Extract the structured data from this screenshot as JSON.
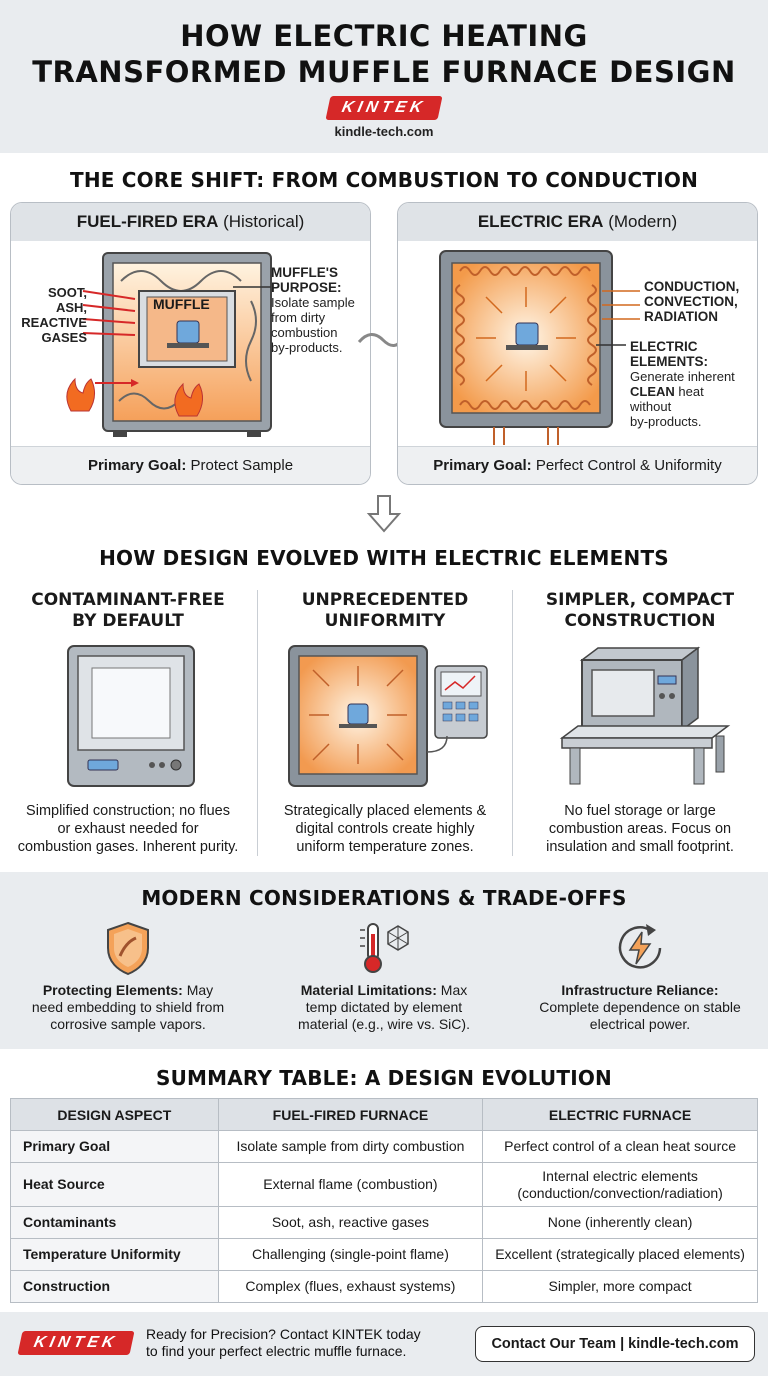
{
  "header": {
    "title_line1": "HOW ELECTRIC HEATING",
    "title_line2": "TRANSFORMED MUFFLE FURNACE DESIGN",
    "logo_text": "KINTEK",
    "site": "kindle-tech.com"
  },
  "core_shift": {
    "title": "THE CORE SHIFT: FROM COMBUSTION TO CONDUCTION",
    "fuel": {
      "head_bold": "FUEL-FIRED ERA",
      "head_rest": " (Historical)",
      "inputs_label": [
        "SOOT,",
        "ASH,",
        "REACTIVE",
        "GASES"
      ],
      "muffle_label": "MUFFLE",
      "purpose_title": "MUFFLE'S PURPOSE:",
      "purpose_text": [
        "Isolate sample",
        "from dirty",
        "combustion",
        "by-products."
      ],
      "goal_bold": "Primary Goal:",
      "goal_rest": " Protect Sample"
    },
    "electric": {
      "head_bold": "ELECTRIC ERA",
      "head_rest": " (Modern)",
      "modes": [
        "CONDUCTION,",
        "CONVECTION,",
        "RADIATION"
      ],
      "elements_title": [
        "ELECTRIC",
        "ELEMENTS:"
      ],
      "elements_text1": "Generate inherent",
      "elements_clean": "CLEAN",
      "elements_text2": " heat",
      "elements_text3": [
        "without",
        "by-products."
      ],
      "goal_bold": "Primary Goal:",
      "goal_rest": " Perfect Control & Uniformity"
    }
  },
  "evolution": {
    "title": "HOW DESIGN EVOLVED WITH ELECTRIC ELEMENTS",
    "columns": [
      {
        "title1": "CONTAMINANT-FREE",
        "title2": "BY DEFAULT",
        "text1": "Simplified construction; no flues",
        "text2": "or exhaust needed for",
        "text3": "combustion gases. Inherent purity."
      },
      {
        "title1": "UNPRECEDENTED",
        "title2": "UNIFORMITY",
        "text1": "Strategically placed elements &",
        "text2": "digital controls create highly",
        "text3": "uniform temperature zones."
      },
      {
        "title1": "SIMPLER, COMPACT",
        "title2": "CONSTRUCTION",
        "text1": "No fuel storage or large",
        "text2": "combustion areas. Focus on",
        "text3": "insulation and small footprint."
      }
    ]
  },
  "considerations": {
    "title": "MODERN CONSIDERATIONS & TRADE-OFFS",
    "items": [
      {
        "bold": "Protecting Elements:",
        "rest": " May",
        "line2": "need embedding to shield from",
        "line3": "corrosive sample vapors."
      },
      {
        "bold": "Material Limitations:",
        "rest": " Max",
        "line2": "temp dictated by element",
        "line3": "material (e.g., wire vs. SiC)."
      },
      {
        "bold": "Infrastructure Reliance:",
        "rest": "",
        "line2": "Complete dependence on stable",
        "line3": "electrical power."
      }
    ]
  },
  "summary": {
    "title": "SUMMARY TABLE: A DESIGN EVOLUTION",
    "headers": [
      "DESIGN ASPECT",
      "FUEL-FIRED FURNACE",
      "ELECTRIC FURNACE"
    ],
    "rows": [
      [
        "Primary Goal",
        "Isolate sample from dirty combustion",
        "Perfect control of a clean heat source",
        ""
      ],
      [
        "Heat Source",
        "External flame (combustion)",
        "Internal electric elements",
        "(conduction/convection/radiation)"
      ],
      [
        "Contaminants",
        "Soot, ash, reactive gases",
        "None (inherently clean)",
        ""
      ],
      [
        "Temperature Uniformity",
        "Challenging (single-point flame)",
        "Excellent (strategically placed elements)",
        ""
      ],
      [
        "Construction",
        "Complex (flues, exhaust systems)",
        "Simpler, more compact",
        ""
      ]
    ]
  },
  "footer": {
    "logo_text": "KINTEK",
    "line1": "Ready for Precision? Contact KINTEK today",
    "line2": "to find your perfect electric muffle furnace.",
    "button": "Contact Our Team | kindle-tech.com"
  },
  "colors": {
    "accent_red": "#d62828",
    "heat_orange": "#f28c38",
    "steel": "#8a939c",
    "panel": "#e9ecef"
  }
}
